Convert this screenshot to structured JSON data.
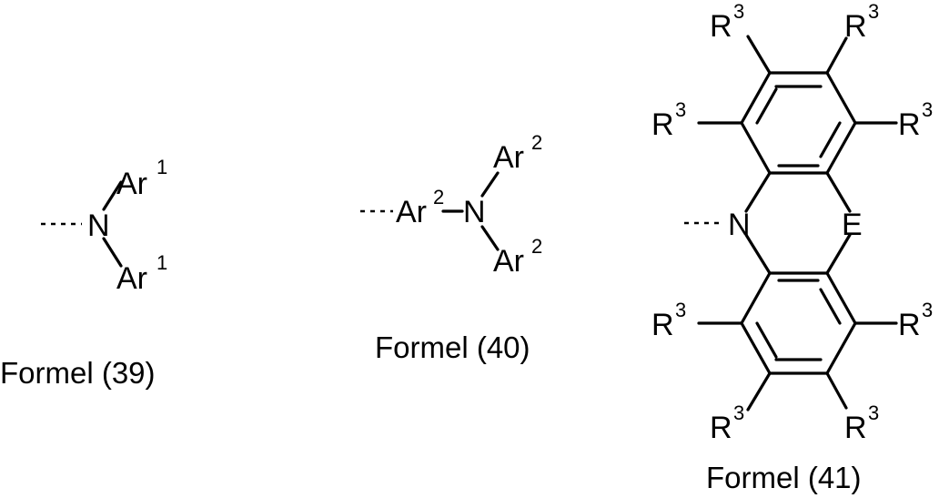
{
  "formula_39": {
    "caption": "Formel (39)",
    "center_atom": "N",
    "ar_upper": "Ar",
    "ar_upper_index": "1",
    "ar_lower": "Ar",
    "ar_lower_index": "1"
  },
  "formula_40": {
    "caption": "Formel (40)",
    "center_atom": "N",
    "ar_left": "Ar",
    "ar_left_index": "2",
    "ar_upper": "Ar",
    "ar_upper_index": "2",
    "ar_lower": "Ar",
    "ar_lower_index": "2"
  },
  "formula_41": {
    "caption": "Formel (41)",
    "nitrogen": "N",
    "bridge_atom": "E",
    "substituent": "R",
    "substituent_index": "3"
  }
}
